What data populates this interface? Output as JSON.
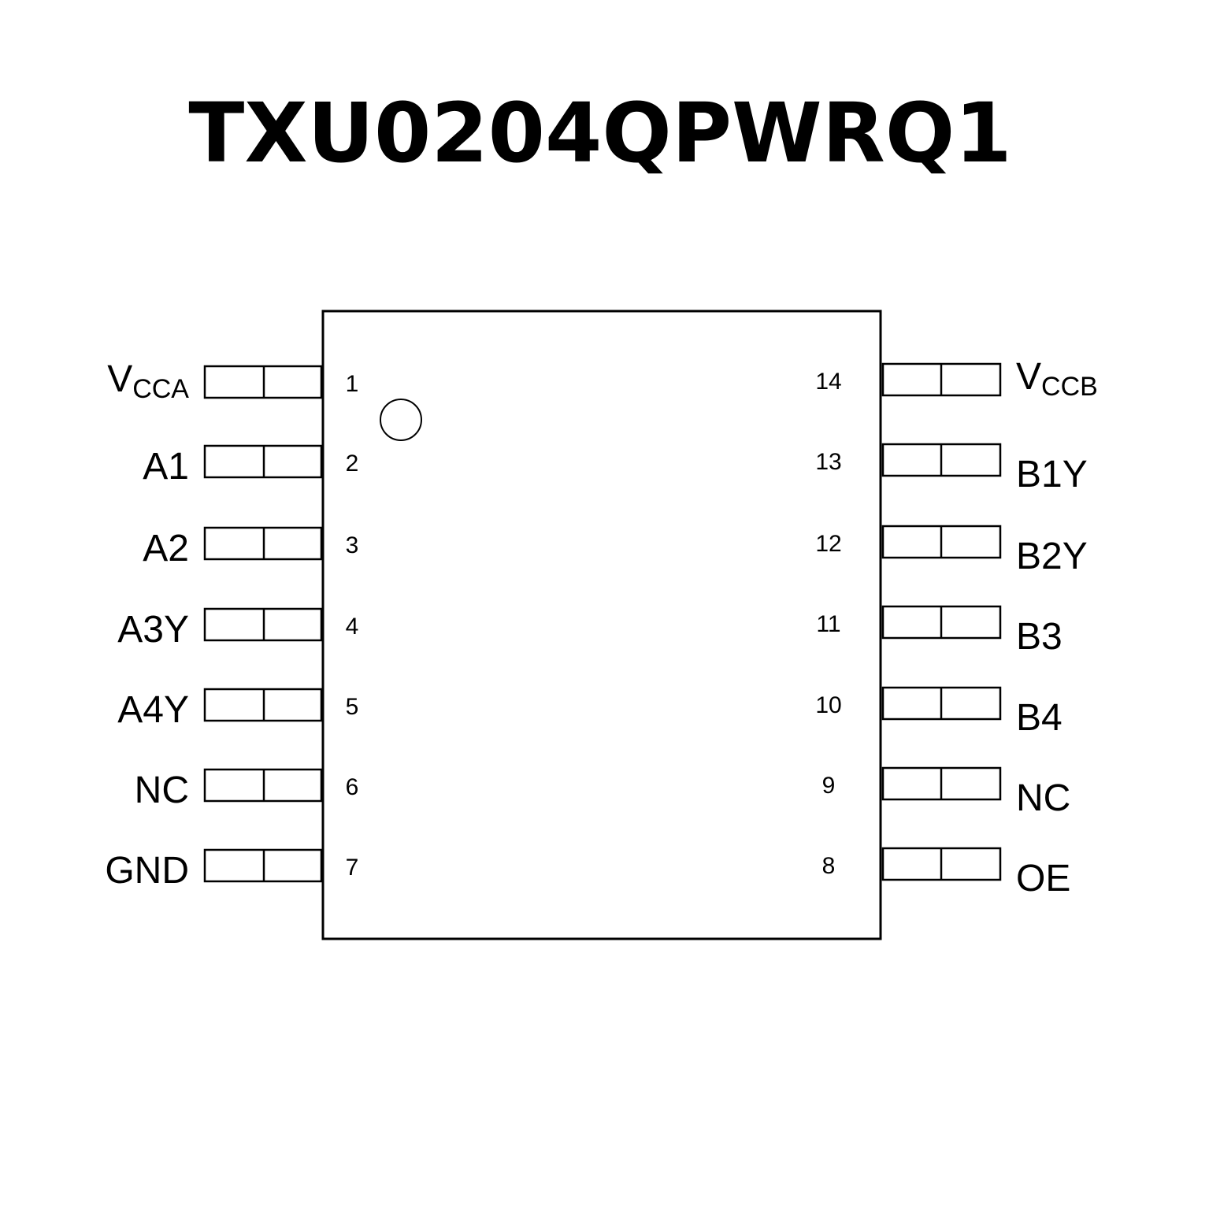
{
  "title": "TXU0204QPWRQ1",
  "left_pins": [
    {
      "number": "1",
      "name": "V",
      "sub": "CCA"
    },
    {
      "number": "2",
      "name": "A1"
    },
    {
      "number": "3",
      "name": "A2"
    },
    {
      "number": "4",
      "name": "A3Y"
    },
    {
      "number": "5",
      "name": "A4Y"
    },
    {
      "number": "6",
      "name": "NC"
    },
    {
      "number": "7",
      "name": "GND"
    }
  ],
  "right_pins": [
    {
      "number": "14",
      "name": "V",
      "sub": "CCB"
    },
    {
      "number": "13",
      "name": "B1Y"
    },
    {
      "number": "12",
      "name": "B2Y"
    },
    {
      "number": "11",
      "name": "B3"
    },
    {
      "number": "10",
      "name": "B4"
    },
    {
      "number": "9",
      "name": "NC"
    },
    {
      "number": "8",
      "name": "OE"
    }
  ]
}
